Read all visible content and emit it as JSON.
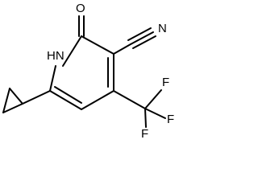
{
  "molecule": {
    "atoms": {
      "oxygen": "O",
      "ring_nitrogen": "HN",
      "nitrile_nitrogen": "N",
      "fluorine_top": "F",
      "fluorine_right": "F",
      "fluorine_bottom": "F"
    }
  }
}
